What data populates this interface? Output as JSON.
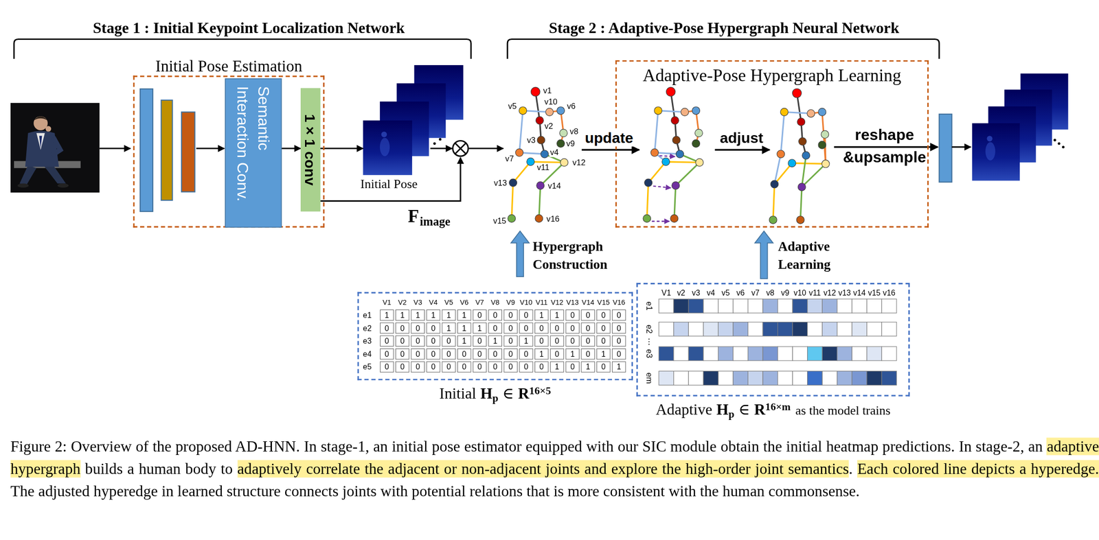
{
  "diagram": {
    "caption": "Figure 2: Overview of the proposed AD-HNN. In stage-1, an initial pose estimator equipped with our SIC module obtain the initial heatmap predictions. In stage-2, an adaptive hypergraph builds a human body to adaptively correlate the adjacent or non-adjacent joints and explore the high-order joint semantics. Each colored line depicts a hyperedge. The adjusted hyperedge in learned structure connects joints with potential relations that is more consistent with the human commonsense.",
    "nodes": [
      {
        "text": [
          "Initial Pose Estimation"
        ]
      },
      {
        "text": [
          "Semantic Interaction Conv."
        ],
        "in": 0
      },
      {
        "text": [
          "1 × 1 conv"
        ],
        "in": 0
      },
      {
        "text": [
          "Initial Pose"
        ]
      },
      {
        "text": [
          "Adaptive-Pose Hypergraph Learning"
        ]
      },
      {
        "text": [
          "Initial",
          "H",
          "p",
          "∈",
          "R",
          "16×5"
        ]
      },
      {
        "text": [
          "Adaptive",
          "H",
          "p",
          "∈",
          "R",
          "16×m",
          "as the model trains"
        ]
      }
    ],
    "edges": [
      {
        "from": 1,
        "to": 2,
        "arrow": "to"
      },
      {
        "from": 2,
        "to": 3,
        "arrow": "to"
      }
    ],
    "labels": [
      "Stage 1 : Initial Keypoint Localization Network",
      "Stage 2 : Adaptive-Pose Hypergraph Neural Network",
      "F",
      "image",
      "update",
      "adjust",
      "reshape &upsample",
      "Hypergraph Construction",
      "Adaptive Learning",
      "v1",
      "v2",
      "v3",
      "v4",
      "v5",
      "v6",
      "v7",
      "v8",
      "v9",
      "v10",
      "v11",
      "v12",
      "v13",
      "v14",
      "v15",
      "v16",
      "V1",
      "V2",
      "V3",
      "V4",
      "V5",
      "V6",
      "V7",
      "V8",
      "V9",
      "V10",
      "V11",
      "V12",
      "V13",
      "V14",
      "V15",
      "V16",
      "e1",
      "e2",
      "e3",
      "e4",
      "e5",
      "1",
      "1",
      "1",
      "1",
      "1",
      "1",
      "0",
      "0",
      "0",
      "0",
      "1",
      "1",
      "0",
      "0",
      "0",
      "0",
      "0",
      "0",
      "0",
      "0",
      "1",
      "1",
      "1",
      "0",
      "0",
      "0",
      "0",
      "0",
      "0",
      "0",
      "0",
      "0",
      "0",
      "0",
      "0",
      "0",
      "0",
      "1",
      "0",
      "1",
      "0",
      "1",
      "0",
      "0",
      "0",
      "0",
      "0",
      "0",
      "0",
      "0",
      "0",
      "0",
      "0",
      "0",
      "0",
      "0",
      "0",
      "0",
      "1",
      "0",
      "1",
      "0",
      "1",
      "0",
      "0",
      "0",
      "0",
      "0",
      "0",
      "0",
      "0",
      "0",
      "0",
      "0",
      "0",
      "1",
      "0",
      "1",
      "0",
      "1",
      "V1",
      "v2",
      "v3",
      "v4",
      "v5",
      "v6",
      "v7",
      "v8",
      "v9",
      "v10",
      "v11",
      "v12",
      "v13",
      "v14",
      "v15",
      "v16",
      "e1",
      "e2",
      "⋯",
      "e3",
      "em"
    ]
  }
}
